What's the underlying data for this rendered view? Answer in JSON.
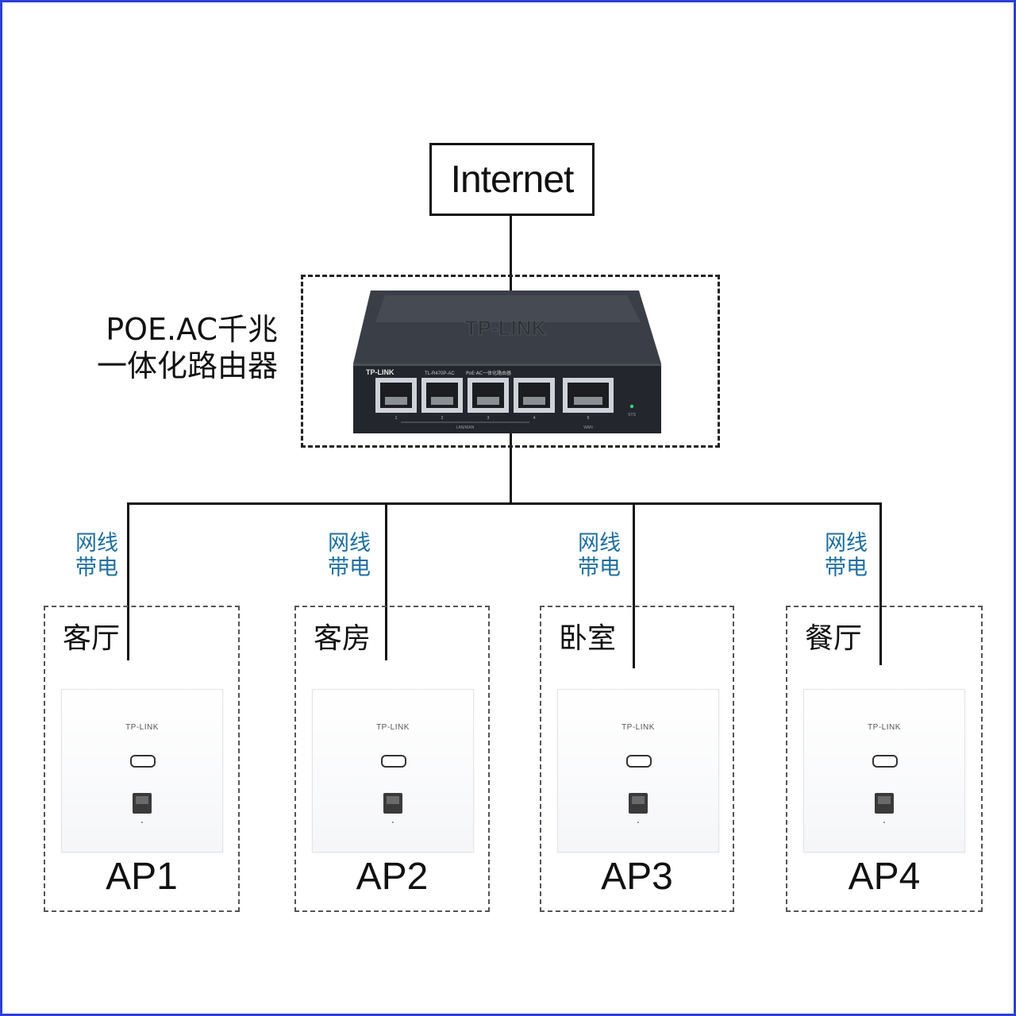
{
  "diagram": {
    "internet": {
      "label": "Internet"
    },
    "router": {
      "label_line1": "POE.AC千兆",
      "label_line2": "一体化路由器",
      "brand": "TP-LINK",
      "model": "TL-R470P-AC",
      "subtitle": "PoE·AC一体化路由器",
      "lan_label": "LAN/WAN",
      "wan_label": "WAN",
      "sys_label": "SYS",
      "port_numbers": [
        "1",
        "2",
        "3",
        "4",
        "5"
      ]
    },
    "cable_label": {
      "line1": "网线",
      "line2": "带电"
    },
    "rooms": [
      {
        "name": "客厅",
        "ap": "AP1",
        "ap_brand": "TP-LINK"
      },
      {
        "name": "客房",
        "ap": "AP2",
        "ap_brand": "TP-LINK"
      },
      {
        "name": "卧室",
        "ap": "AP3",
        "ap_brand": "TP-LINK"
      },
      {
        "name": "餐厅",
        "ap": "AP4",
        "ap_brand": "TP-LINK"
      }
    ]
  },
  "colors": {
    "frame": "#2d3fd6",
    "wire": "#111111",
    "power_label": "#1f6f9e",
    "router_body": "#2b2f36"
  }
}
